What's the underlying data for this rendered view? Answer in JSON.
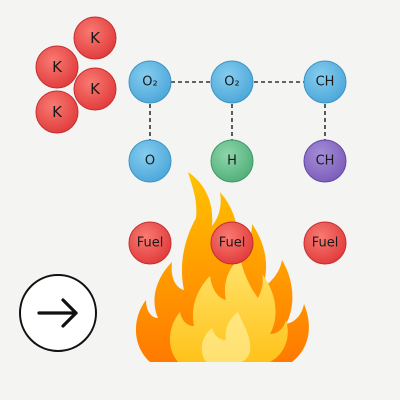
{
  "potassium": [
    "K",
    "K",
    "K",
    "K"
  ],
  "top_row": [
    "O₂",
    "O₂",
    "CH"
  ],
  "bottom_row": [
    "O",
    "H",
    "CH"
  ],
  "fuel": [
    "Fuel",
    "Fuel",
    "Fuel"
  ],
  "arrow_button": {
    "icon": "arrow-right-icon"
  },
  "colors": {
    "background": "#f4f4f2",
    "red": "#e84a4a",
    "blue": "#5bb3e0",
    "green": "#5fbb86",
    "purple": "#8a6ec4",
    "flame_outer": "#ff8a00",
    "flame_mid": "#ffb300",
    "flame_inner": "#ffe04a"
  }
}
